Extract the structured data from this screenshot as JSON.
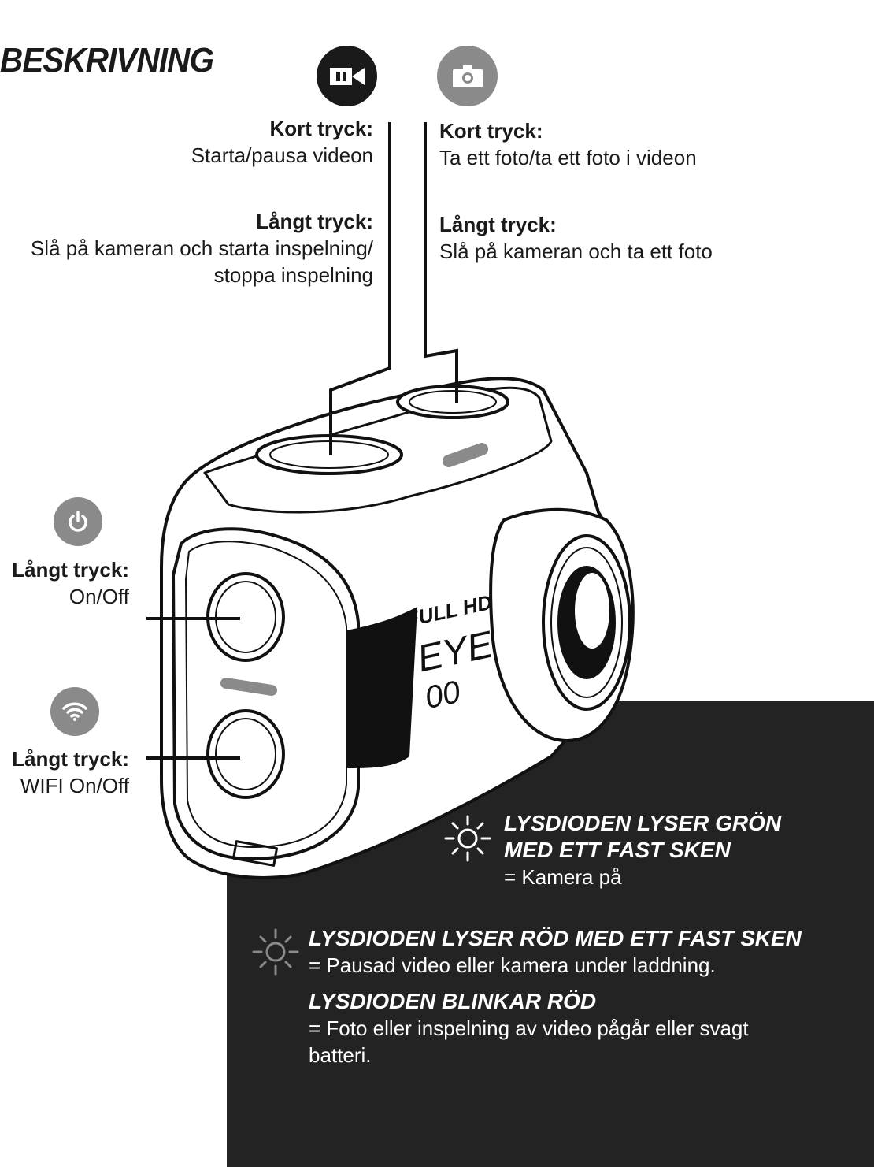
{
  "title": "BESKRIVNING",
  "video_button": {
    "icon": "video-camera-icon",
    "short_label": "Kort tryck:",
    "short_text": "Starta/pausa videon",
    "long_label": "Långt tryck:",
    "long_text_1": "Slå på kameran och starta inspelning/",
    "long_text_2": "stoppa inspelning"
  },
  "photo_button": {
    "icon": "photo-camera-icon",
    "short_label": "Kort tryck:",
    "short_text": "Ta ett foto/ta ett foto i videon",
    "long_label": "Långt tryck:",
    "long_text": "Slå på kameran och ta ett foto"
  },
  "power_button": {
    "icon": "power-icon",
    "label": "Långt tryck:",
    "text": "On/Off"
  },
  "wifi_button": {
    "icon": "wifi-icon",
    "label": "Långt tryck:",
    "text": "WIFI On/Off"
  },
  "camera_branding": {
    "line1": "FULL HD",
    "line2": "EYE",
    "line3": "00"
  },
  "led_green": {
    "title_1": "LYSDIODEN LYSER GRÖN",
    "title_2": "MED ETT FAST SKEN",
    "text": "= Kamera på"
  },
  "led_red": {
    "title": "LYSDIODEN LYSER RÖD MED ETT FAST SKEN",
    "text": "= Pausad video eller kamera under laddning."
  },
  "led_red_blink": {
    "title": "LYSDIODEN BLINKAR RÖD",
    "text_1": "= Foto eller inspelning av video pågår eller svagt",
    "text_2": "batteri."
  },
  "colors": {
    "dark_panel": "#232323",
    "icon_dark": "#1a1a1a",
    "icon_gray": "#8a8a8a"
  }
}
